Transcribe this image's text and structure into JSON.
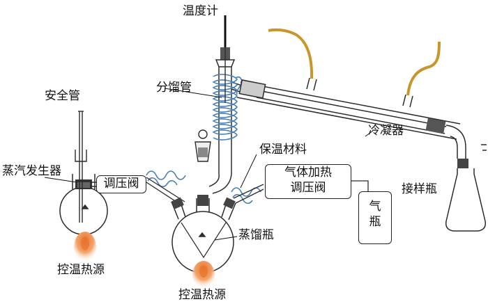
{
  "labels": {
    "thermometer": "温度计",
    "fractionating_column": "分馏管",
    "safety_tube": "安全管",
    "steam_generator": "蒸汽发生器",
    "pressure_valve": "调压阀",
    "insulation": "保温材料",
    "gas_heating_valve_line1": "气体加热",
    "gas_heating_valve_line2": "调压阀",
    "gas_cylinder_line1": "气",
    "gas_cylinder_line2": "瓶",
    "condenser": "冷凝器",
    "receiver": "接样瓶",
    "distilling_flask": "蒸馏瓶",
    "heat_source_left": "控温热源",
    "heat_source_center": "控温热源"
  },
  "colors": {
    "glass": "#2b2b2b",
    "rubber_tube": "#c8962a",
    "heating_coil": "#4a7fb5",
    "flame_outer": "#f6c79a",
    "flame_inner": "#e8742e"
  }
}
